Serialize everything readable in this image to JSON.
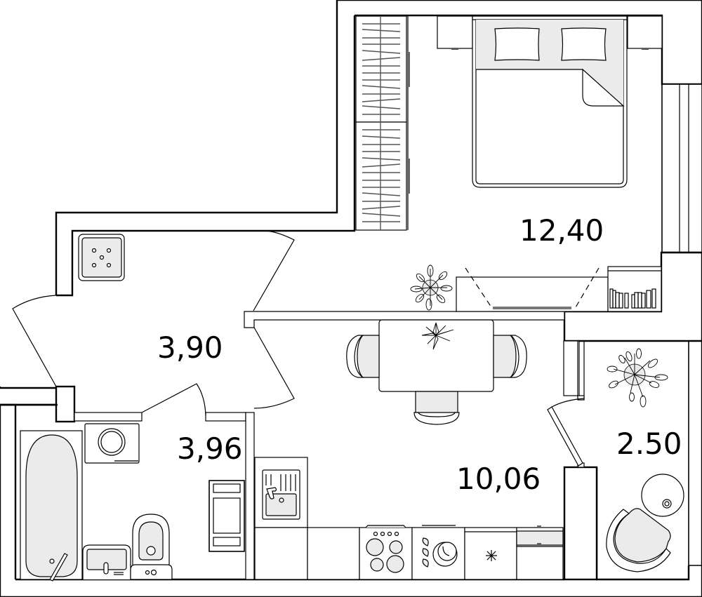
{
  "plan": {
    "title": "Apartment floor plan",
    "rooms": [
      {
        "id": "bedroom",
        "name": "Bedroom",
        "area": "12,40"
      },
      {
        "id": "hallway",
        "name": "Hallway",
        "area": "3,90"
      },
      {
        "id": "bathroom",
        "name": "Bathroom",
        "area": "3,96"
      },
      {
        "id": "kitchen-living",
        "name": "Kitchen-living",
        "area": "10,06"
      },
      {
        "id": "balcony",
        "name": "Balcony",
        "area": "2.50"
      }
    ],
    "furniture": {
      "bedroom": [
        "wardrobe",
        "double-bed",
        "pillow",
        "pillow",
        "nightstand",
        "nightstand",
        "tv-stand",
        "bookshelf",
        "plant"
      ],
      "hallway": [
        "shower-tray-or-cabinet"
      ],
      "bathroom": [
        "bathtub",
        "washing-machine",
        "sink",
        "toilet",
        "towel-rack"
      ],
      "kitchen-living": [
        "dining-table",
        "chair",
        "chair",
        "chair",
        "sink",
        "stove",
        "dishwasher",
        "fridge",
        "cabinet",
        "plant"
      ],
      "balcony": [
        "armchair",
        "side-table",
        "plant"
      ]
    },
    "colors": {
      "wall_stroke": "#000000",
      "fill_gray": "#ebebeb",
      "background": "#ffffff"
    }
  }
}
